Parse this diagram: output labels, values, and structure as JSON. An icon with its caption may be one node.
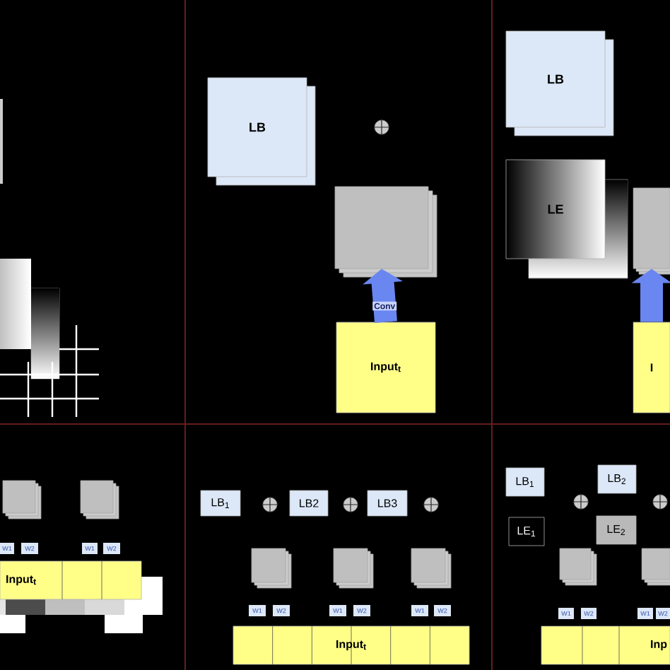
{
  "diagram": {
    "nodes": [
      {
        "text": [
          "LB"
        ]
      },
      {
        "text": [],
        "shape": "circle"
      },
      {
        "text": [],
        "shape": "box"
      },
      {
        "text": [
          "Input$_{t}$"
        ]
      },
      {
        "text": [
          "LB"
        ]
      },
      {
        "text": [
          "LE"
        ]
      },
      {
        "text": [],
        "shape": "box"
      },
      {
        "text": [
          "I"
        ]
      },
      {
        "text": [],
        "shape": "box"
      },
      {
        "text": [],
        "shape": "box"
      },
      {
        "text": [
          "W1"
        ]
      },
      {
        "text": [
          "W2"
        ]
      },
      {
        "text": [
          "W1"
        ]
      },
      {
        "text": [
          "W2"
        ]
      },
      {
        "text": [
          "Input$_{t}$"
        ]
      },
      {
        "text": [
          "LB$_{1}$"
        ]
      },
      {
        "text": [],
        "shape": "circle"
      },
      {
        "text": [
          "LB2"
        ]
      },
      {
        "text": [],
        "shape": "circle"
      },
      {
        "text": [
          "LB3"
        ]
      },
      {
        "text": [],
        "shape": "circle"
      },
      {
        "text": [],
        "shape": "box"
      },
      {
        "text": [],
        "shape": "box"
      },
      {
        "text": [],
        "shape": "box"
      },
      {
        "text": [
          "W1"
        ]
      },
      {
        "text": [
          "W2"
        ]
      },
      {
        "text": [
          "W1"
        ]
      },
      {
        "text": [
          "W2"
        ]
      },
      {
        "text": [
          "W1"
        ]
      },
      {
        "text": [
          "W2"
        ]
      },
      {
        "text": [
          "Input$_{t}$"
        ]
      },
      {
        "text": [
          "LB$_{1}$"
        ]
      },
      {
        "text": [
          "LB$_{2}$"
        ]
      },
      {
        "text": [],
        "shape": "circle"
      },
      {
        "text": [],
        "shape": "circle"
      },
      {
        "text": [
          "LE$_{1}$"
        ]
      },
      {
        "text": [
          "LE$_{2}$"
        ]
      },
      {
        "text": [],
        "shape": "box"
      },
      {
        "text": [],
        "shape": "box"
      },
      {
        "text": [
          "W1"
        ]
      },
      {
        "text": [
          "W2"
        ]
      },
      {
        "text": [
          "W1"
        ]
      },
      {
        "text": [
          "W2"
        ]
      },
      {
        "text": [
          "Inp"
        ]
      }
    ],
    "edges": [
      {
        "from": 3,
        "to": 2,
        "arrow": "to",
        "label": "Conv"
      },
      {
        "from": 7,
        "to": 6,
        "arrow": "to"
      }
    ]
  }
}
